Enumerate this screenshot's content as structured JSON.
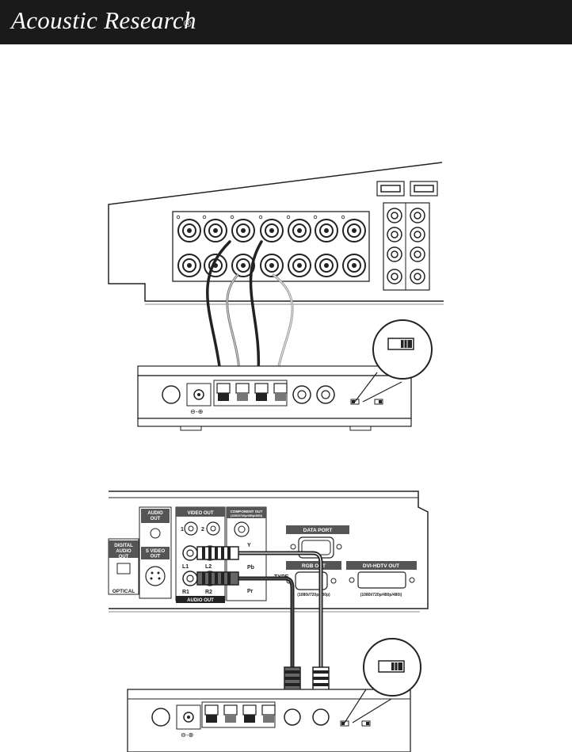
{
  "header": {
    "brand": "Acoustic Research",
    "registered_mark": "®",
    "background": "#1a1a1a",
    "text_color": "#ffffff"
  },
  "diagram_bottom": {
    "panel_labels": {
      "audio_out_top": "AUDIO OUT",
      "digital_audio_out": "DIGITAL AUDIO OUT",
      "optical": "OPTICAL",
      "s_video_out": "S VIDEO OUT",
      "video_out": "VIDEO OUT",
      "jack_1": "1",
      "jack_2": "2",
      "component_out": "COMPONENT OUT",
      "component_res": "(1080i/720p/480p/480i)",
      "y": "Y",
      "pb": "Pb",
      "pr": "Pr",
      "l1": "L1",
      "l2": "L2",
      "r1": "R1",
      "r2": "R2",
      "audio_out_band": "AUDIO OUT",
      "type": "TYPE",
      "data_port": "DATA PORT",
      "rgb_out": "RGB OUT",
      "rgb_res": "(1080i/720p/480p)",
      "dvi_hdtv_out": "DVI-HDTV OUT",
      "dvi_res": "(1080i/720p/480p/480i)"
    }
  }
}
